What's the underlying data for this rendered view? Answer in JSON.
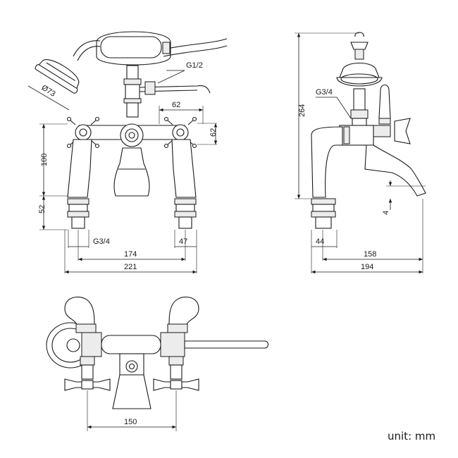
{
  "front_view": {
    "thread_top": "G1/2",
    "head_diameter": "Ø73",
    "handle_width": "62",
    "handle_height": "62",
    "body_height": "100",
    "leg_height": "52",
    "thread_bottom": "G3/4",
    "centers": "174",
    "leg_width": "47",
    "overall_width": "221"
  },
  "side_view": {
    "thread": "G3/4",
    "overall_height": "264",
    "spout_drop": "4",
    "leg_width": "44",
    "projection": "158",
    "overall_depth": "194"
  },
  "top_view": {
    "centers": "150"
  },
  "unit_label": "unit: mm"
}
